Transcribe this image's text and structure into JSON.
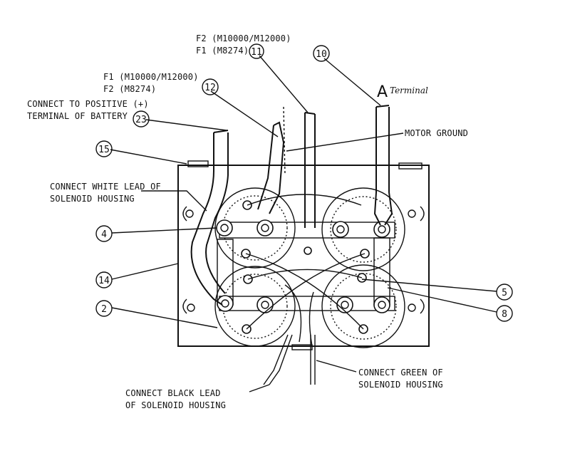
{
  "labels": {
    "f2_m10000_m12000": "F2 (M10000/M12000)",
    "f1_m8274_top": "F1 (M8274)",
    "f1_m10000_m12000": "F1 (M10000/M12000)",
    "f2_m8274": "F2 (M8274)",
    "connect_positive_1": "CONNECT TO POSITIVE (+)",
    "connect_positive_2": "TERMINAL OF BATTERY",
    "a_terminal_letter": "A",
    "a_terminal_word": "Terminal",
    "motor_ground": "MOTOR GROUND",
    "white_lead_1": "CONNECT WHITE LEAD OF",
    "white_lead_2": "SOLENOID HOUSING",
    "green_lead_1": "CONNECT GREEN OF",
    "green_lead_2": "SOLENOID HOUSING",
    "black_lead_1": "CONNECT BLACK LEAD",
    "black_lead_2": "OF SOLENOID HOUSING"
  },
  "callouts": {
    "c2": "2",
    "c4": "4",
    "c5": "5",
    "c8": "8",
    "c10": "10",
    "c11": "11",
    "c12": "12",
    "c14": "14",
    "c15": "15",
    "c23": "23"
  }
}
